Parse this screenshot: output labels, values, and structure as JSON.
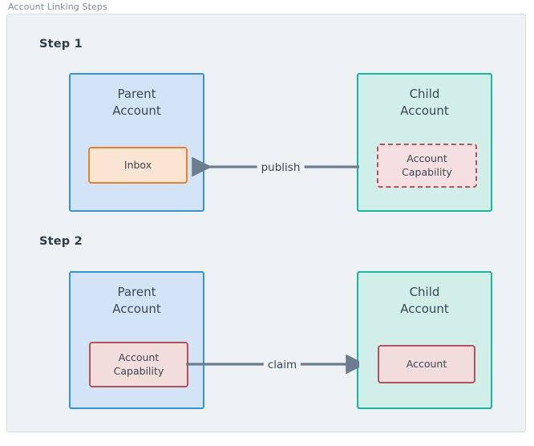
{
  "panel": {
    "title": "Account Linking Steps",
    "background_color": "#eef2f5",
    "border_color": "#d4dce4"
  },
  "colors": {
    "parent_fill": "#d3e4f7",
    "parent_border": "#3392e0",
    "child_fill": "#d1efe8",
    "child_border": "#16b79f",
    "inbox_fill": "#fae4d2",
    "inbox_border": "#e8822e",
    "capability_fill": "#f5dfe0",
    "capability_border": "#b5505e",
    "arrow": "#6b7d8f",
    "text": "#3b4754",
    "heading": "#2e3d4d",
    "panel_title": "#7d8a99"
  },
  "steps": [
    {
      "label": "Step 1",
      "parent": {
        "title": "Parent\nAccount",
        "inner": {
          "label": "Inbox",
          "border_style": "solid",
          "accent": "#e8822e"
        }
      },
      "child": {
        "title": "Child\nAccount",
        "inner": {
          "label": "Account\nCapability",
          "border_style": "dashed",
          "accent": "#b5505e"
        }
      },
      "edge": {
        "label": "publish",
        "direction": "child-to-parent"
      }
    },
    {
      "label": "Step 2",
      "parent": {
        "title": "Parent\nAccount",
        "inner": {
          "label": "Account\nCapability",
          "border_style": "solid",
          "accent": "#b5505e"
        }
      },
      "child": {
        "title": "Child\nAccount",
        "inner": {
          "label": "Account",
          "border_style": "solid",
          "accent": "#b5505e"
        }
      },
      "edge": {
        "label": "claim",
        "direction": "parent-to-child"
      }
    }
  ]
}
